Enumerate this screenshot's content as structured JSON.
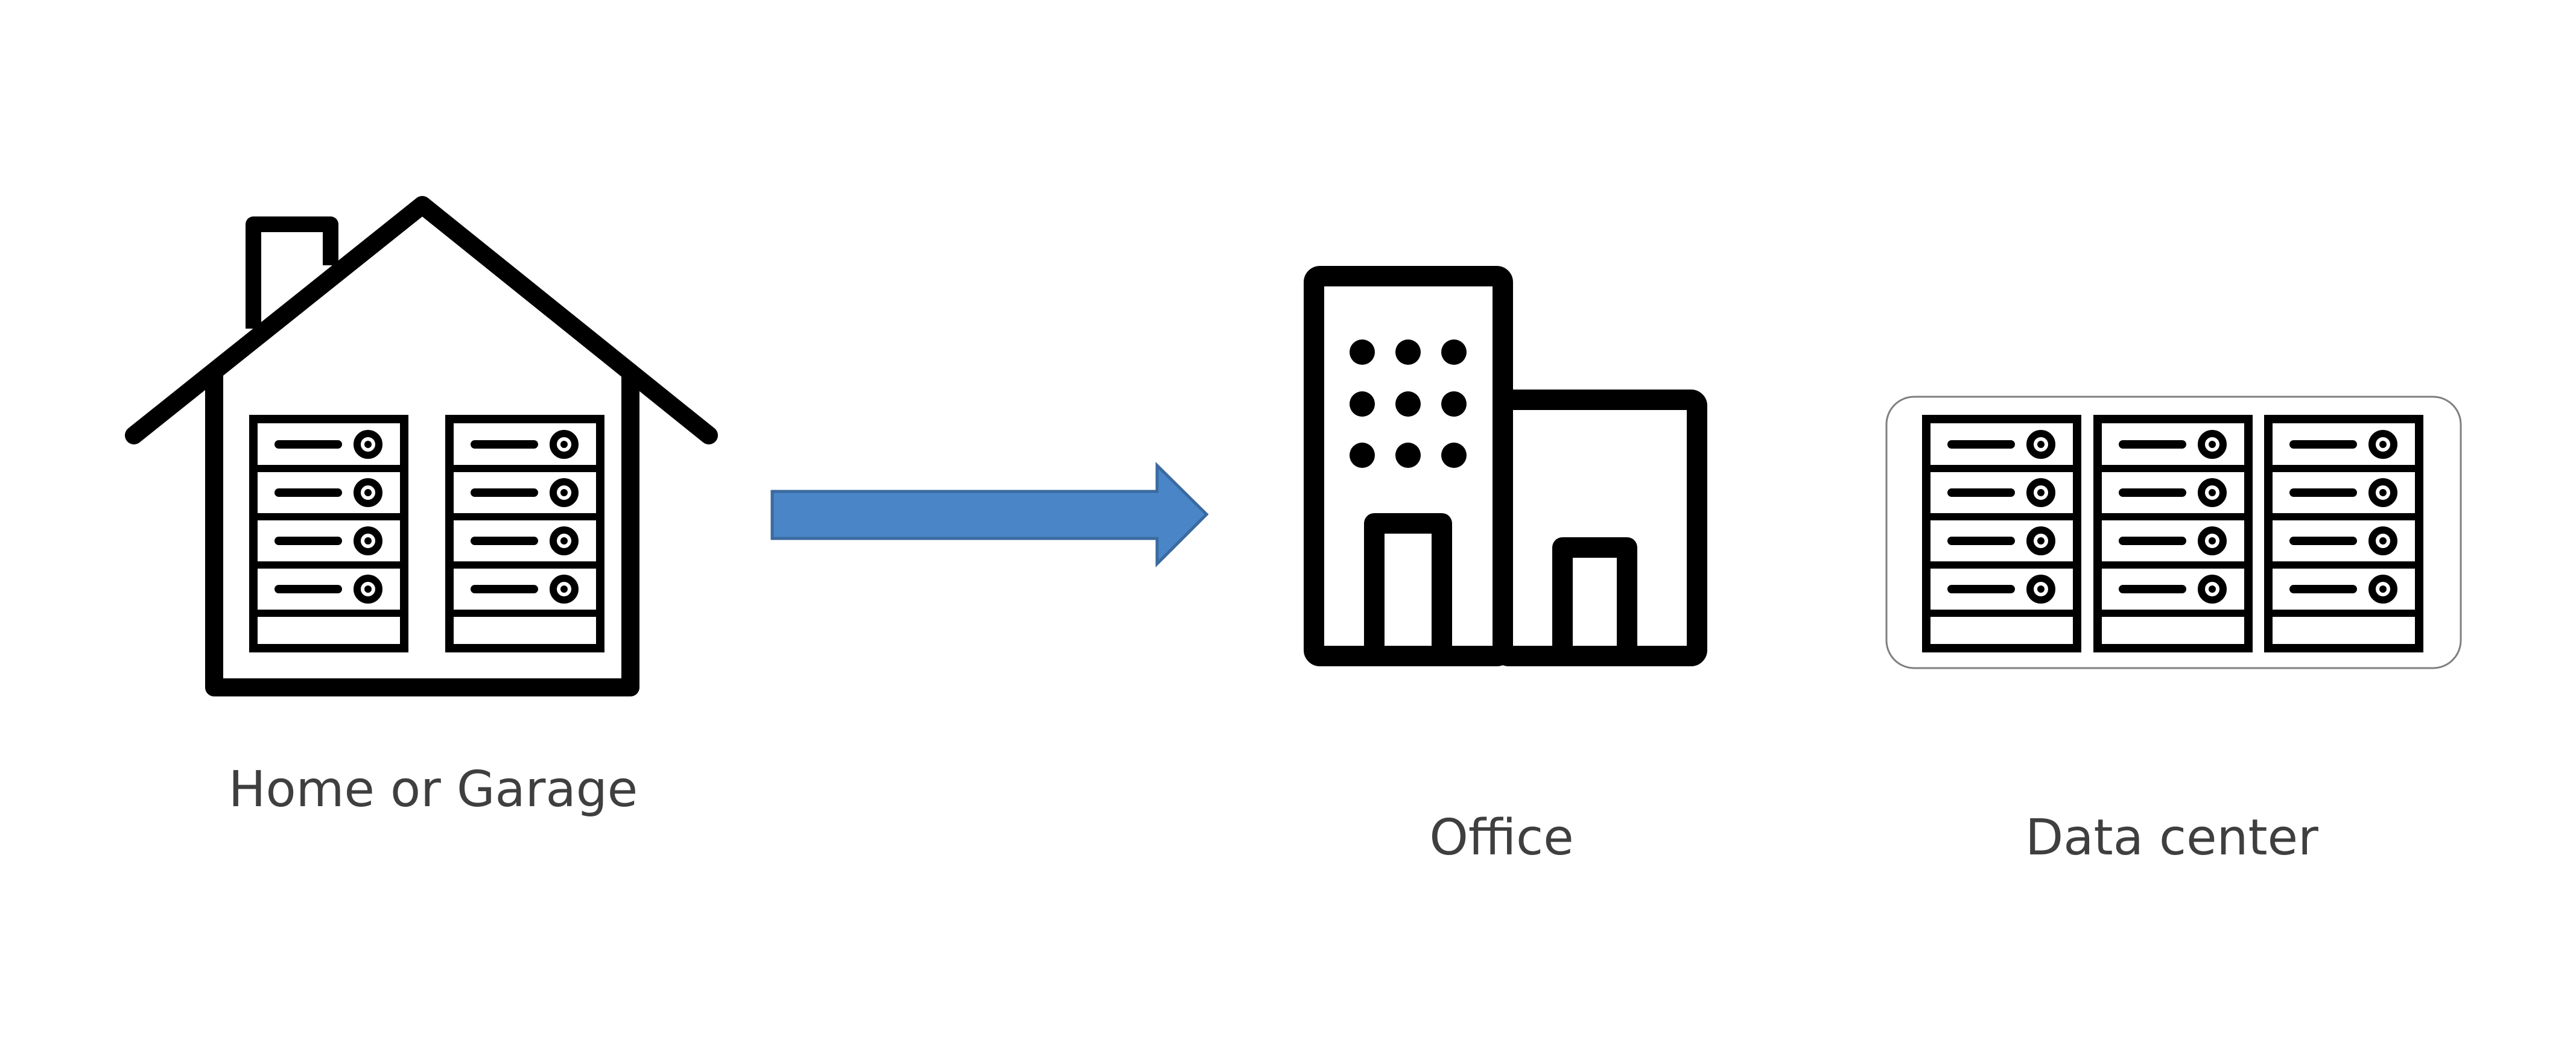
{
  "diagram": {
    "labels": {
      "home": "Home or Garage",
      "office": "Office",
      "datacenter": "Data center"
    },
    "icons": {
      "home": "house-with-servers-icon",
      "arrow": "right-arrow-icon",
      "office": "office-building-icon",
      "datacenter": "server-racks-icon"
    },
    "colors": {
      "icon_stroke": "#000000",
      "arrow_fill": "#4a86c7",
      "arrow_outline": "#3a6aa0",
      "label_text": "#3f3f3f",
      "panel_border": "#7f7f7f"
    }
  }
}
